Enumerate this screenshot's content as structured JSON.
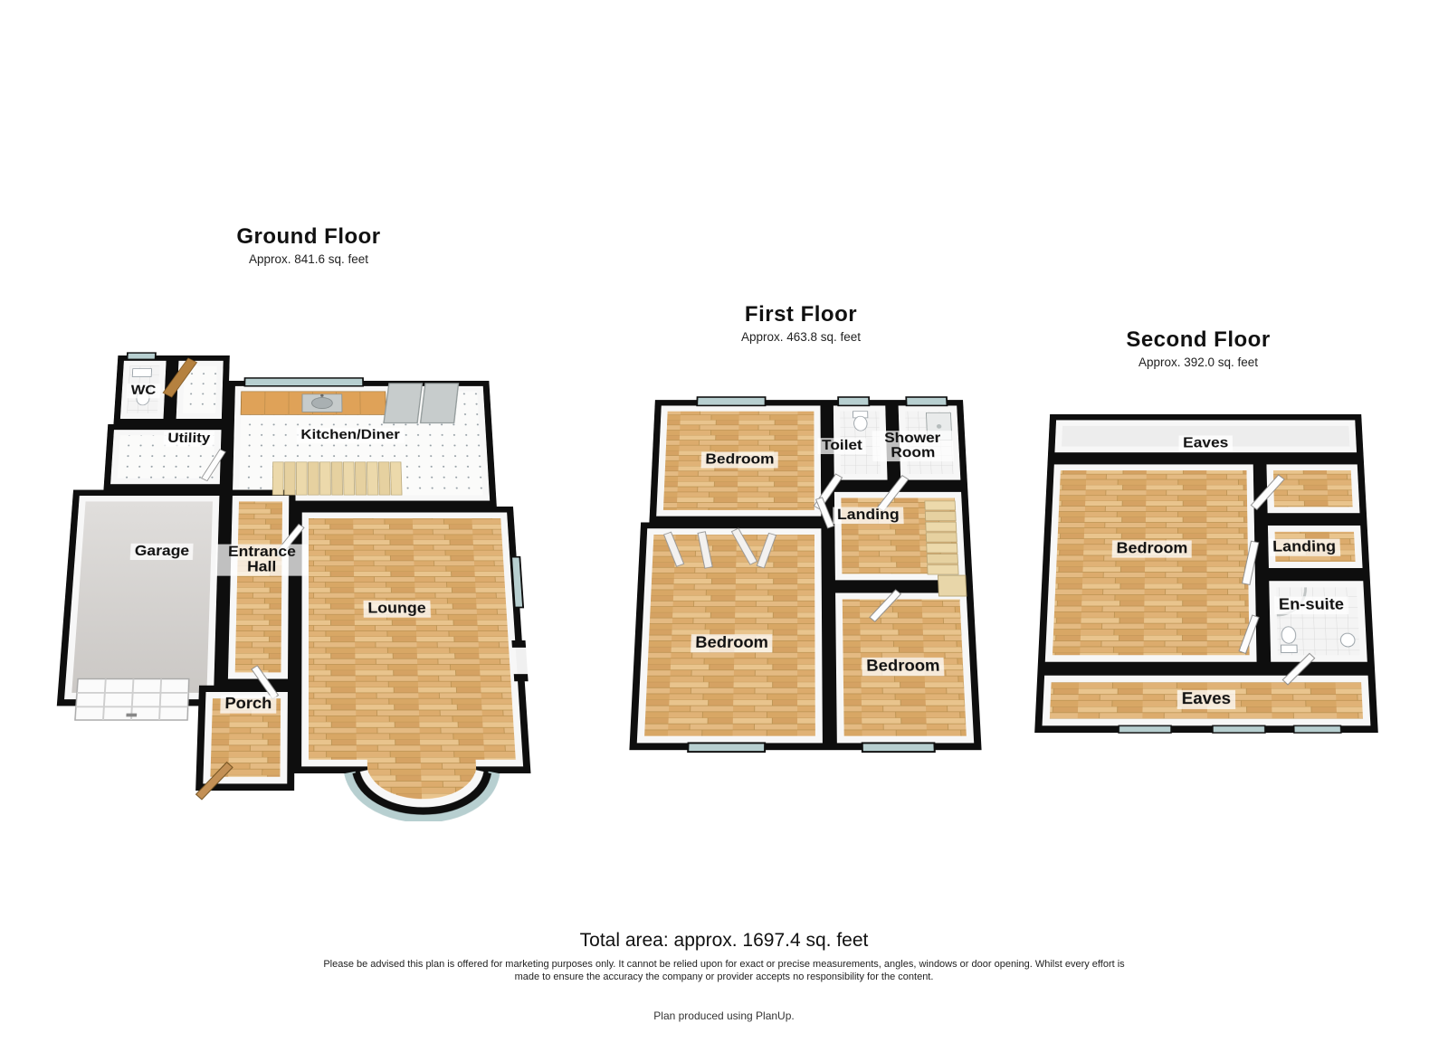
{
  "floorplan": {
    "floors": [
      {
        "id": "ground",
        "title": "Ground Floor",
        "area": "Approx. 841.6 sq. feet",
        "rooms": [
          {
            "name": "wc",
            "label": "WC"
          },
          {
            "name": "utility",
            "label": "Utility"
          },
          {
            "name": "kitchen-diner",
            "label": "Kitchen/Diner"
          },
          {
            "name": "garage",
            "label": "Garage"
          },
          {
            "name": "entrance-hall",
            "label": "Entrance Hall"
          },
          {
            "name": "lounge",
            "label": "Lounge"
          },
          {
            "name": "porch",
            "label": "Porch"
          }
        ]
      },
      {
        "id": "first",
        "title": "First Floor",
        "area": "Approx. 463.8 sq. feet",
        "rooms": [
          {
            "name": "bedroom-front",
            "label": "Bedroom"
          },
          {
            "name": "toilet",
            "label": "Toilet"
          },
          {
            "name": "shower-room",
            "label": "Shower Room"
          },
          {
            "name": "landing",
            "label": "Landing"
          },
          {
            "name": "bedroom-rear-left",
            "label": "Bedroom"
          },
          {
            "name": "bedroom-rear-right",
            "label": "Bedroom"
          }
        ]
      },
      {
        "id": "second",
        "title": "Second Floor",
        "area": "Approx. 392.0 sq. feet",
        "rooms": [
          {
            "name": "eaves-top",
            "label": "Eaves"
          },
          {
            "name": "bedroom",
            "label": "Bedroom"
          },
          {
            "name": "landing",
            "label": "Landing"
          },
          {
            "name": "en-suite",
            "label": "En-suite"
          },
          {
            "name": "eaves-bottom",
            "label": "Eaves"
          }
        ]
      }
    ],
    "total_area": "Total area: approx. 1697.4 sq. feet",
    "disclaimer": {
      "line1": "Please be advised this plan is offered for marketing purposes only. It cannot be relied upon for exact or precise measurements, angles, windows or door opening. Whilst every effort is",
      "line2": "made to ensure the accuracy the company or provider accepts no responsibility for the content."
    },
    "credit": "Plan produced using PlanUp.",
    "palette": {
      "wall": "#0e0e0e",
      "wood_floor": "#deb077",
      "tile_floor": "#f4f4f4",
      "dotted_tile_floor": "#fbfbfa",
      "garage_floor": "#d5d2cf",
      "window_glass": "#b7cfd0",
      "stairs": "#ecd9ab",
      "counter": "#dfa258",
      "label_background": "#ffffff",
      "text": "#111111"
    }
  }
}
